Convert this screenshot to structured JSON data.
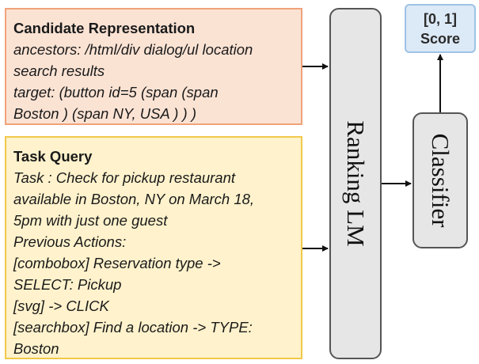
{
  "candidate": {
    "title": "Candidate Representation",
    "lines": [
      "ancestors: /html/div dialog/ul location",
      "search results",
      "target: (button id=5 (span (span",
      "Boston ) (span NY, USA ) ) )"
    ]
  },
  "task": {
    "title": "Task Query",
    "lines": [
      "Task : Check for pickup restaurant",
      "available in Boston, NY on March 18,",
      "5pm with just one guest",
      "Previous Actions:",
      "[combobox] Reservation type ->",
      "SELECT: Pickup",
      "[svg] -> CLICK",
      "[searchbox] Find a location -> TYPE:",
      "Boston"
    ]
  },
  "ranking": {
    "label": "Ranking LM"
  },
  "classifier": {
    "label": "Classifier"
  },
  "score": {
    "line1": "[0, 1]",
    "line2": "Score"
  },
  "colors": {
    "candidate_fill": "#fbe3d4",
    "candidate_border": "#f0a27a",
    "task_fill": "#fff2cc",
    "task_border": "#f2c84b",
    "model_fill": "#e6e6e6",
    "score_fill": "#dce9f6",
    "score_border": "#9dc3e6"
  }
}
